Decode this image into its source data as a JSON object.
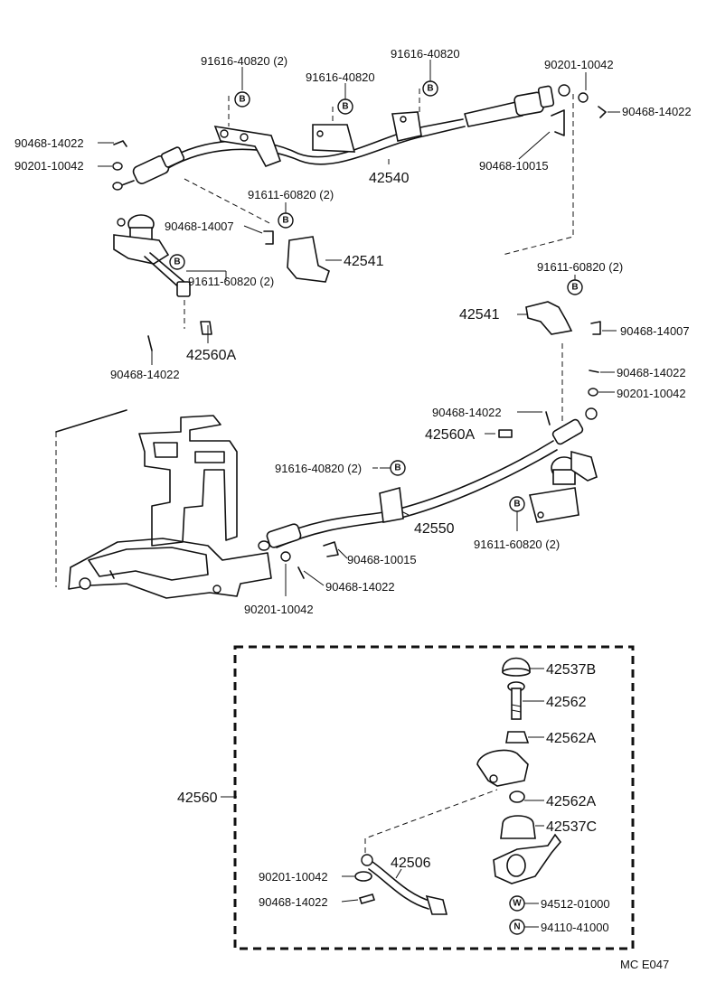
{
  "labels": {
    "l01": "91616-40820 (2)",
    "l02": "91616-40820",
    "l03": "91616-40820",
    "l04": "90201-10042",
    "l05": "90468-14022",
    "l06": "90468-14022",
    "l07": "90201-10042",
    "l08": "42540",
    "l09": "90468-10015",
    "l10": "91611-60820 (2)",
    "l11": "90468-14007",
    "l12": "42541",
    "l13": "91611-60820 (2)",
    "l14": "42560A",
    "l15": "90468-14022",
    "l16": "91611-60820 (2)",
    "l17": "42541",
    "l18": "90468-14007",
    "l19": "90468-14022",
    "l20": "90201-10042",
    "l21": "90468-14022",
    "l22": "42560A",
    "l23": "91616-40820 (2)",
    "l24": "42550",
    "l25": "91611-60820 (2)",
    "l26": "90468-10015",
    "l27": "90468-14022",
    "l28": "90201-10042",
    "l29": "42537B",
    "l30": "42562",
    "l31": "42562A",
    "l32": "42560",
    "l33": "42562A",
    "l34": "42537C",
    "l35": "42506",
    "l36": "90201-10042",
    "l37": "90468-14022",
    "l38": "94512-01000",
    "l39": "94110-41000",
    "footer": "MC  E047"
  },
  "symbols": {
    "B": "B",
    "W": "W",
    "N": "N"
  }
}
